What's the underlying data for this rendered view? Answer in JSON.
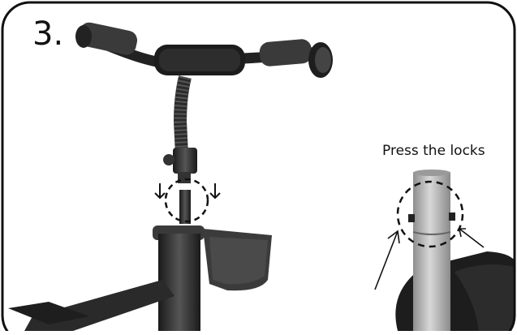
{
  "step": {
    "number": "3."
  },
  "detail": {
    "caption": "Press the locks"
  },
  "colors": {
    "border": "#111111",
    "metal": "#2b2b2b",
    "grip": "#3a3a3a",
    "tube": "#b9b9b9"
  },
  "icons": [
    "handlebar-illustration",
    "stem-insertion-arrow-icon",
    "dashed-circle-highlight-icon",
    "lock-pointer-arrow-icon"
  ]
}
